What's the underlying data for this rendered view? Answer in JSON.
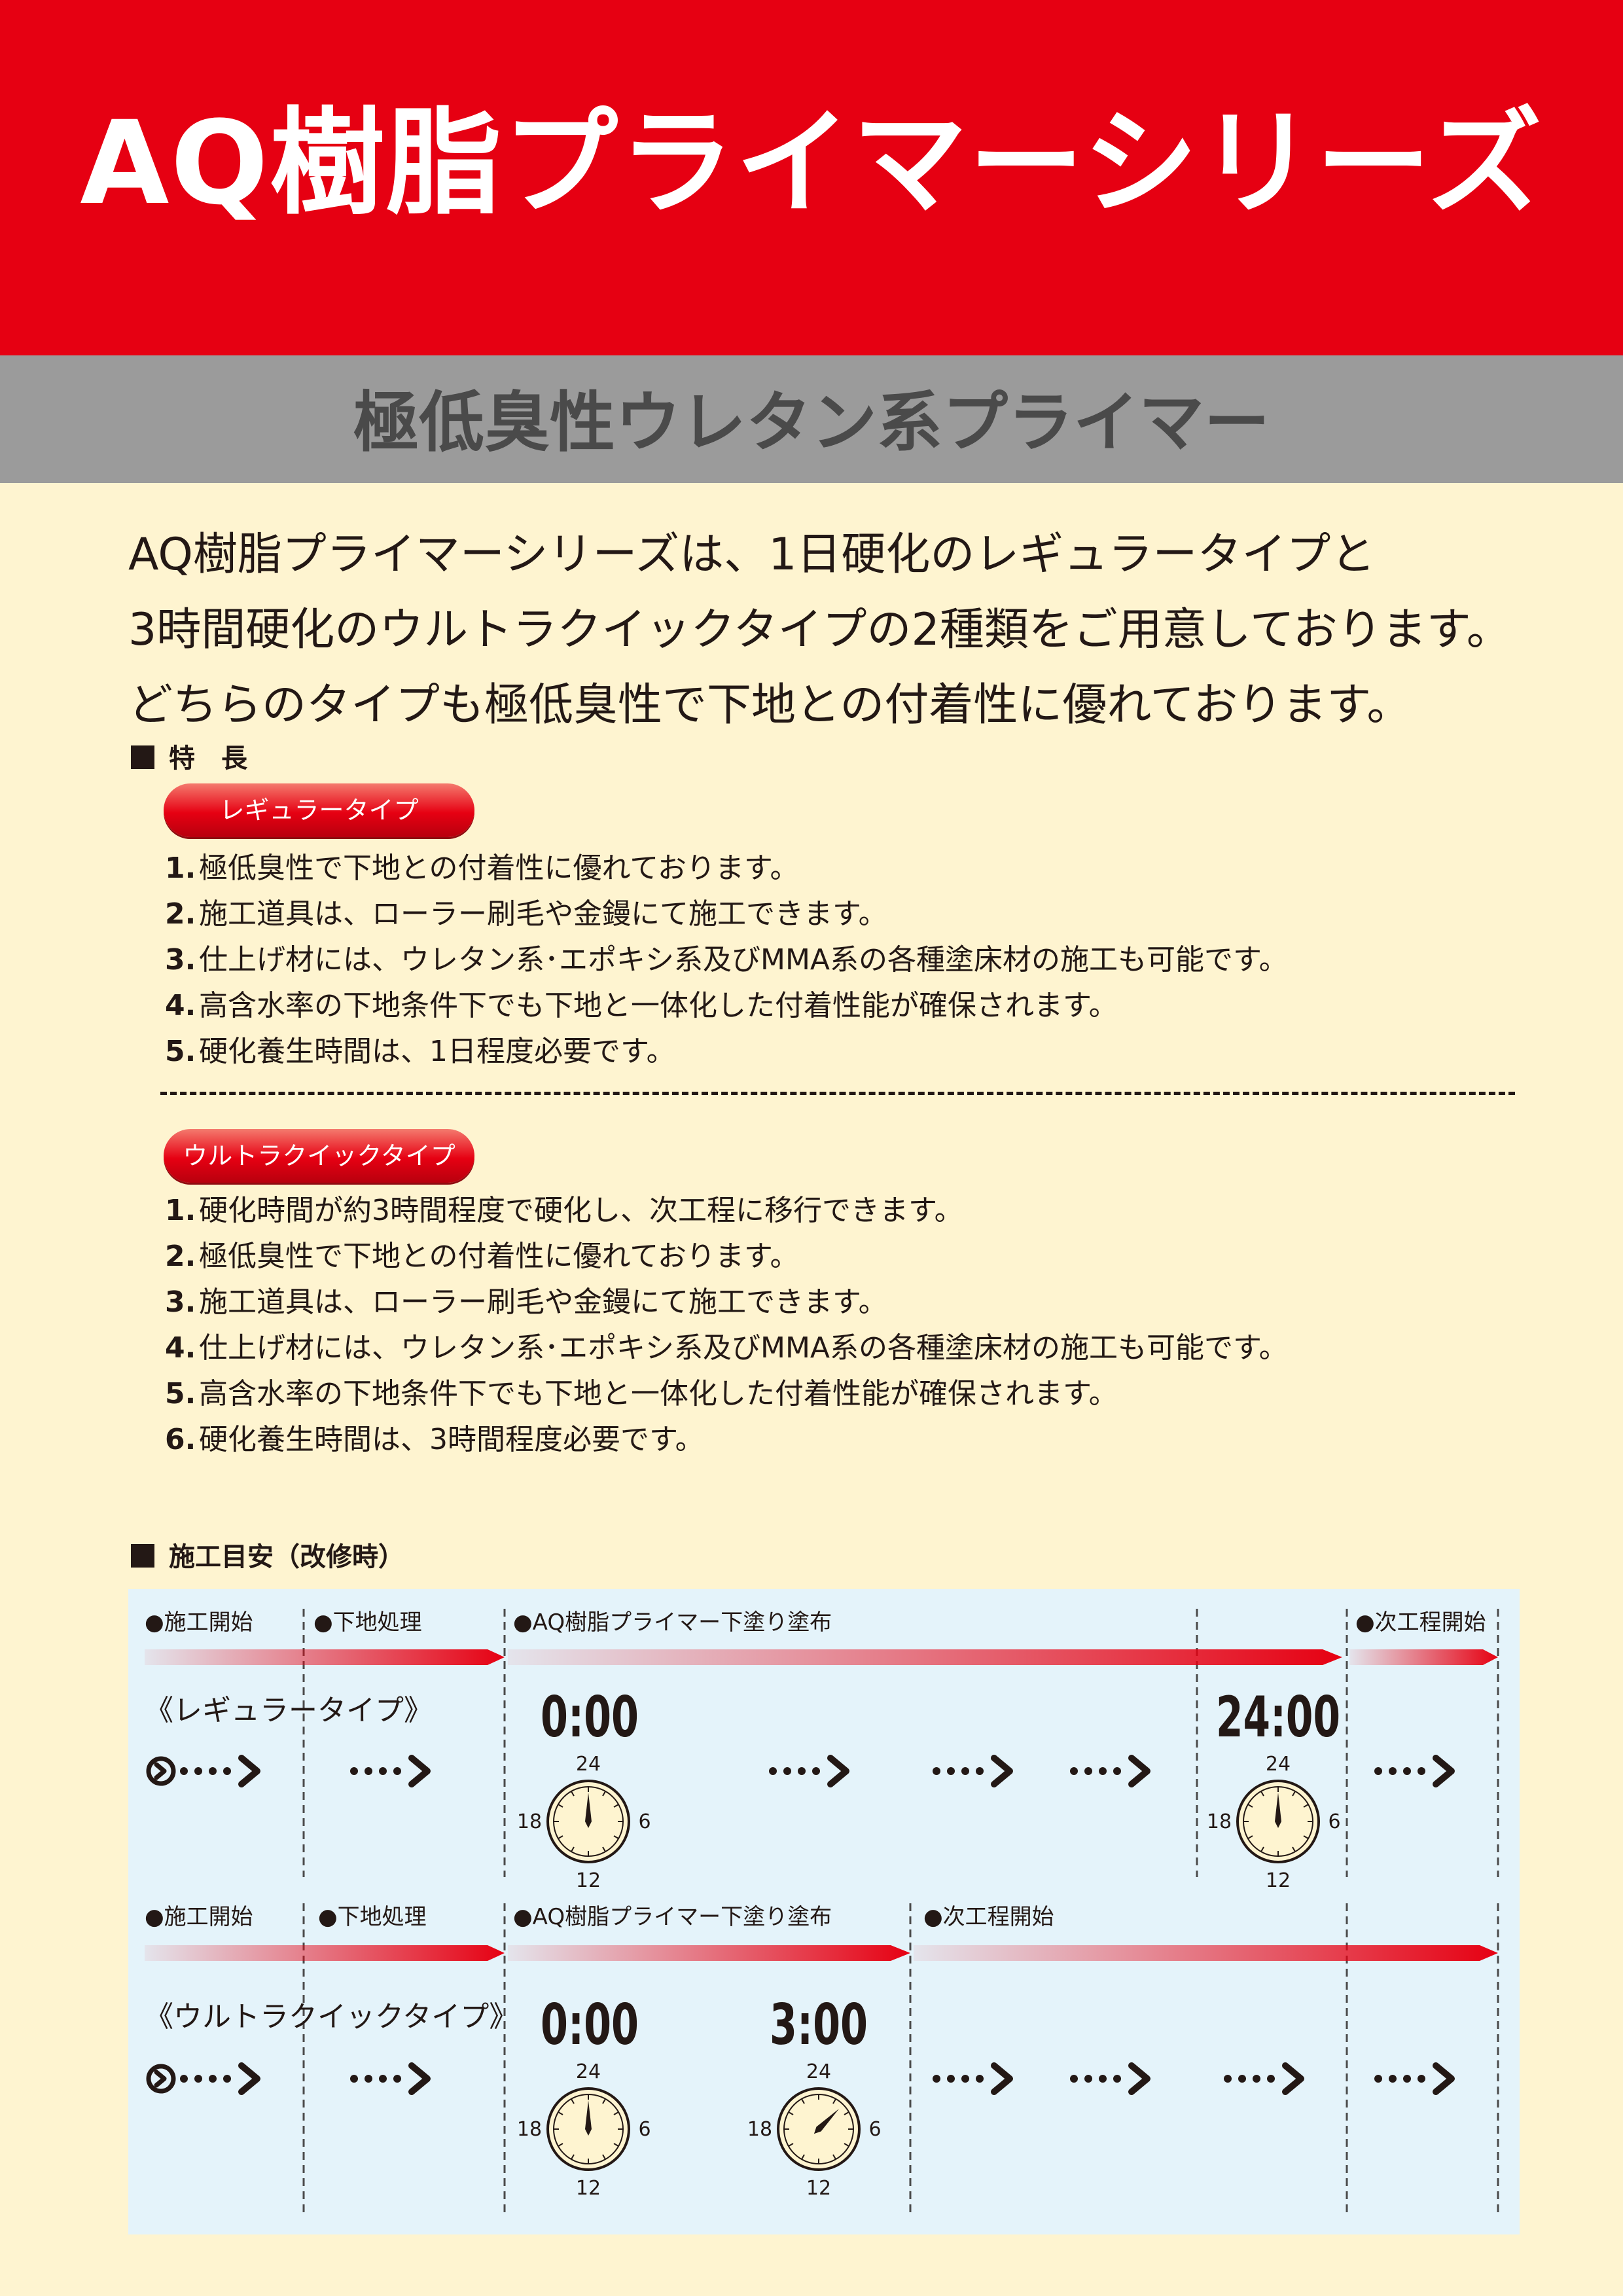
{
  "title": "AQ樹脂プライマーシリーズ",
  "subtitle": "極低臭性ウレタン系プライマー",
  "intro": [
    "AQ樹脂プライマーシリーズは、1日硬化のレギュラータイプと",
    "3時間硬化のウルトラクイックタイプの2種類をご用意しております。",
    "どちらのタイプも極低臭性で下地との付着性に優れております。"
  ],
  "features": {
    "heading": "特　長",
    "regular": {
      "label": "レギュラータイプ",
      "items": [
        {
          "num": "1.",
          "text": "極低臭性で下地との付着性に優れております。"
        },
        {
          "num": "2.",
          "text": "施工道具は、ローラー刷毛や金鏝にて施工できます。"
        },
        {
          "num": "3.",
          "text": "仕上げ材には、ウレタン系･エポキシ系及びMMA系の各種塗床材の施工も可能です。"
        },
        {
          "num": "4.",
          "text": "高含水率の下地条件下でも下地と一体化した付着性能が確保されます。"
        },
        {
          "num": "5.",
          "text": "硬化養生時間は、1日程度必要です。"
        }
      ]
    },
    "ultra": {
      "label": "ウルトラクイックタイプ",
      "items": [
        {
          "num": "1.",
          "text": "硬化時間が約3時間程度で硬化し、次工程に移行できます。"
        },
        {
          "num": "2.",
          "text": "極低臭性で下地との付着性に優れております。"
        },
        {
          "num": "3.",
          "text": "施工道具は、ローラー刷毛や金鏝にて施工できます。"
        },
        {
          "num": "4.",
          "text": "仕上げ材には、ウレタン系･エポキシ系及びMMA系の各種塗床材の施工も可能です。"
        },
        {
          "num": "5.",
          "text": "高含水率の下地条件下でも下地と一体化した付着性能が確保されます。"
        },
        {
          "num": "6.",
          "text": "硬化養生時間は、3時間程度必要です。"
        }
      ]
    }
  },
  "schedule": {
    "heading": "施工目安（改修時）",
    "regular": {
      "type_label": "《レギュラータイプ》",
      "stage_start": "●施工開始",
      "stage_base": "●下地処理",
      "stage_primer": "●AQ樹脂プライマー下塗り塗布",
      "stage_next": "●次工程開始",
      "time_start": "0:00",
      "time_end": "24:00"
    },
    "ultra": {
      "type_label": "《ウルトラクイックタイプ》",
      "stage_start": "●施工開始",
      "stage_base": "●下地処理",
      "stage_primer": "●AQ樹脂プライマー下塗り塗布",
      "stage_next": "●次工程開始",
      "time_start": "0:00",
      "time_end": "3:00"
    },
    "clock_labels": {
      "top": "24",
      "right": "6",
      "bottom": "12",
      "left": "18"
    },
    "colors": {
      "arrow": "#E60012",
      "panel": "#E4F3FA"
    }
  }
}
